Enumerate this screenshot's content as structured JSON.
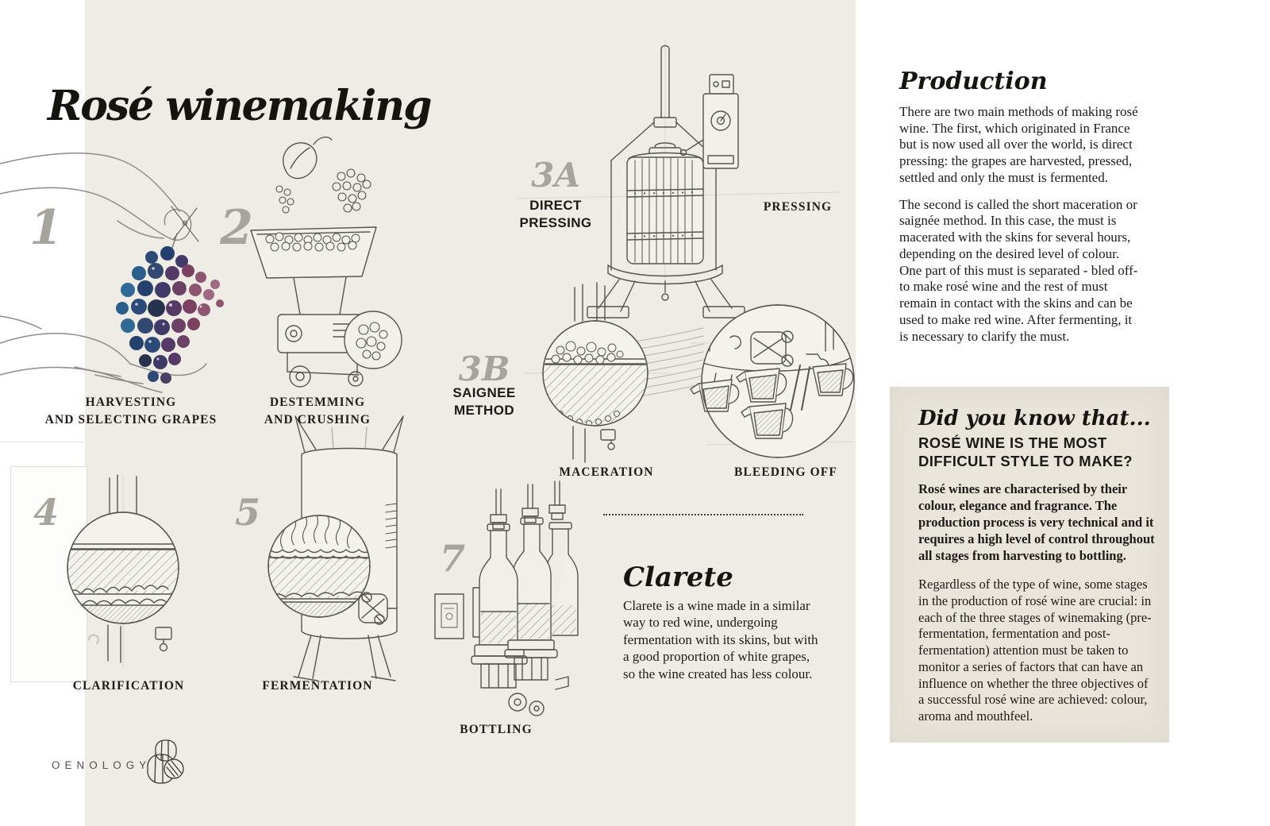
{
  "page_title": "Rosé winemaking",
  "brand": {
    "label": "OENOLOGY"
  },
  "colors": {
    "panel": "#efece5",
    "note_box": "#e9e5db",
    "number_gray": "#a7a49e",
    "ink": "#1c1b18",
    "sketch": "#56544f"
  },
  "steps": {
    "s1": {
      "num": "1",
      "line1": "HARVESTING",
      "line2": "AND SELECTING GRAPES"
    },
    "s2": {
      "num": "2",
      "line1": "DESTEMMING",
      "line2": "AND CRUSHING"
    },
    "s3a": {
      "num": "3A",
      "line1": "DIRECT",
      "line2": "PRESSING"
    },
    "s3b": {
      "num": "3B",
      "line1": "SAIGNEE",
      "line2": "METHOD"
    },
    "pressing": {
      "label": "PRESSING"
    },
    "maceration": {
      "label": "MACERATION"
    },
    "bleeding": {
      "label": "BLEEDING OFF"
    },
    "s4": {
      "num": "4",
      "label": "CLARIFICATION"
    },
    "s5": {
      "num": "5",
      "label": "FERMENTATION"
    },
    "s7": {
      "num": "7",
      "label": "BOTTLING"
    }
  },
  "production": {
    "heading": "Production",
    "para1": "There are two main methods of making rosé wine. The first, which originated in France but is now used all over the world, is direct pressing: the grapes are harvested, pressed, settled and only the must is fermented.",
    "para2": "The second is called the short maceration or saignée method. In this case, the must is macerated with the skins for several hours, depending on the desired level of colour. One part of this must is separated - bled off- to make rosé wine and the rest of must remain in contact with the skins and can be used to make red wine. After fermenting, it is necessary to clarify the must."
  },
  "clarete": {
    "heading": "Clarete",
    "body": "Clarete is a wine made in a similar way to red wine, undergoing fermentation with its skins, but with a good proportion of white grapes, so the wine created has less colour."
  },
  "did_you_know": {
    "heading": "Did you know that...",
    "subheading_line1": "ROSÉ WINE IS THE MOST",
    "subheading_line2": "DIFFICULT STYLE TO MAKE?",
    "lead": "Rosé wines are characterised by their colour, elegance and fragrance. The production process is very technical and it requires a high level of control throughout all stages from harvesting to bottling.",
    "body": "Regardless of the type of wine, some stages in the production of rosé wine are crucial: in each of the three stages of winemaking (pre-fermentation, fermentation and post-fermentation) attention must be taken to monitor a series of factors that can have an influence on whether the three objectives of a successful rosé wine are achieved: colour, aroma and mouthfeel."
  }
}
